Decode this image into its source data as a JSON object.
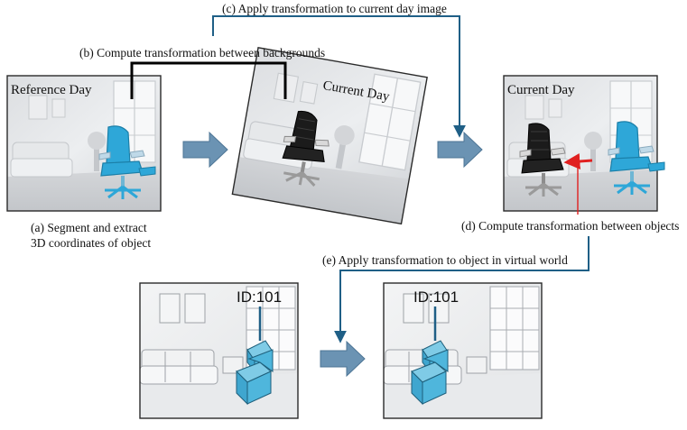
{
  "labels": {
    "c": "(c) Apply transformation to current day image",
    "b": "(b) Compute transformation between backgrounds",
    "a_line1": "(a) Segment and extract",
    "a_line2": "3D coordinates of object",
    "d": "(d) Compute transformation between objects",
    "e": "(e) Apply transformation to object in virtual world"
  },
  "panels": {
    "reference_day": "Reference Day",
    "current_day_rotated": "Current Day",
    "current_day_aligned": "Current Day",
    "virtual_before_id": "ID:101",
    "virtual_after_id": "ID:101"
  },
  "colors": {
    "arrow_blue": "#1f5f86",
    "block_arrow_fill": "#6b93b3",
    "block_arrow_stroke": "#4d7595",
    "highlight_red": "#e02020",
    "chair_blue": "#2ea7d8",
    "chair_black": "#1b1b1b",
    "cube_blue": "#4fb6dc"
  }
}
